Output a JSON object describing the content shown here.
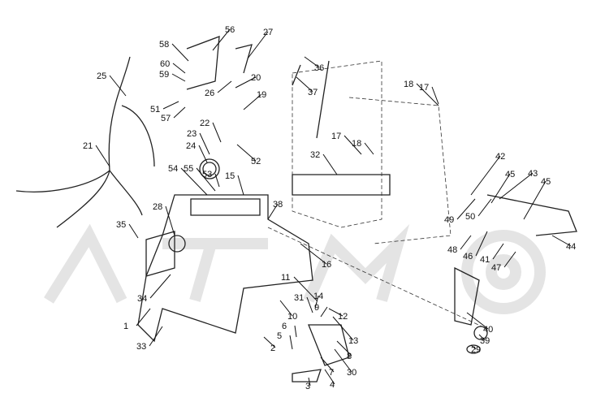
{
  "diagram": {
    "title": "Console / Seat / Footrest exploded parts view",
    "callouts": [
      "56",
      "27",
      "58",
      "60",
      "59",
      "25",
      "20",
      "26",
      "19",
      "51",
      "57",
      "22",
      "23",
      "24",
      "52",
      "21",
      "54",
      "55",
      "53",
      "15",
      "38",
      "28",
      "35",
      "34",
      "1",
      "33",
      "16",
      "10",
      "11",
      "31",
      "14",
      "9",
      "12",
      "13",
      "8",
      "30",
      "7",
      "4",
      "3",
      "5",
      "6",
      "2",
      "36",
      "37",
      "18",
      "17",
      "17",
      "18",
      "32",
      "42",
      "45",
      "43",
      "45",
      "49",
      "50",
      "44",
      "48",
      "46",
      "41",
      "47",
      "40",
      "39",
      "29"
    ],
    "colors": {
      "ink": "#111111",
      "watermark": "#e4e4e4"
    }
  }
}
